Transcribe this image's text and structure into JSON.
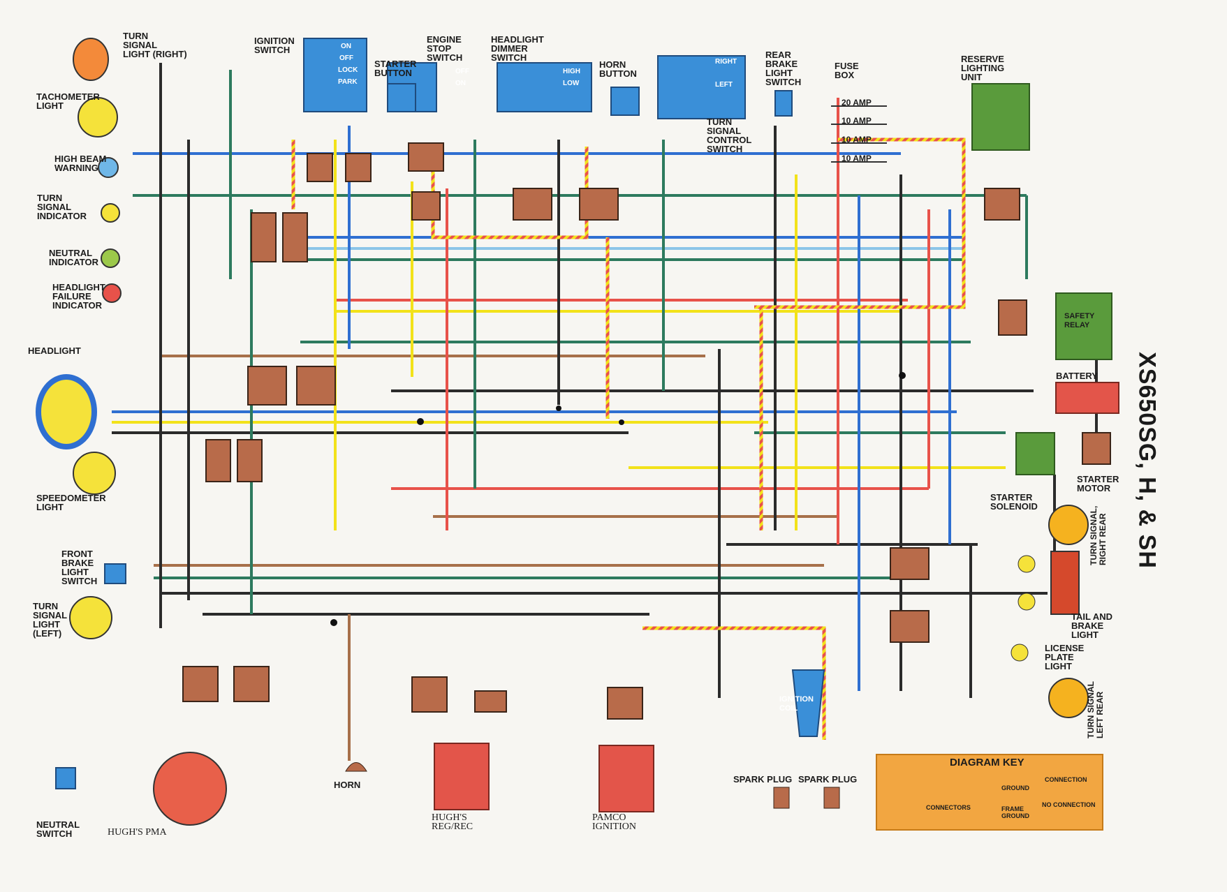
{
  "title": "XS650SG, H, & SH",
  "labels": {
    "turn_signal_right": "TURN\nSIGNAL\nLIGHT (RIGHT)",
    "tachometer_light": "TACHOMETER\nLIGHT",
    "high_beam_warning": "HIGH BEAM\nWARNING",
    "turn_signal_indicator": "TURN\nSIGNAL\nINDICATOR",
    "neutral_indicator": "NEUTRAL\nINDICATOR",
    "headlight_failure": "HEADLIGHT\nFAILURE\nINDICATOR",
    "headlight": "HEADLIGHT",
    "speedometer_light": "SPEEDOMETER\nLIGHT",
    "front_brake_switch": "FRONT\nBRAKE\nLIGHT\nSWITCH",
    "turn_signal_left": "TURN\nSIGNAL\nLIGHT\n(LEFT)",
    "neutral_switch": "NEUTRAL\nSWITCH",
    "hughs_pma": "HUGH'S PMA",
    "horn": "HORN",
    "hughs_regrec": "HUGH'S\nREG/REC",
    "pamco_ignition": "PAMCO\nIGNITION",
    "spark_plug_1": "SPARK PLUG",
    "spark_plug_2": "SPARK PLUG",
    "ignition_coil": "IGNITION\nCOIL",
    "ignition_switch": "IGNITION\nSWITCH",
    "starter_button": "STARTER\nBUTTON",
    "engine_stop_switch": "ENGINE\nSTOP\nSWITCH",
    "headlight_dimmer_switch": "HEADLIGHT\nDIMMER\nSWITCH",
    "horn_button": "HORN\nBUTTON",
    "turn_signal_control_switch": "TURN\nSIGNAL\nCONTROL\nSWITCH",
    "rear_brake_switch": "REAR\nBRAKE\nLIGHT\nSWITCH",
    "fuse_box": "FUSE\nBOX",
    "reserve_lighting": "RESERVE\nLIGHTING\nUNIT",
    "safety_relay": "SAFETY\nRELAY",
    "battery": "BATTERY",
    "starter_motor": "STARTER\nMOTOR",
    "starter_solenoid": "STARTER\nSOLENOID",
    "turn_signal_right_rear": "TURN SIGNAL,\nRIGHT REAR",
    "tail_brake_light": "TAIL AND\nBRAKE\nLIGHT",
    "license_plate_light": "LICENSE\nPLATE\nLIGHT",
    "turn_signal_left_rear": "TURN SIGNAL\nLEFT REAR"
  },
  "switch_positions": {
    "ignition": [
      "ON",
      "OFF",
      "LOCK",
      "PARK"
    ],
    "engine_stop": [
      "OFF",
      "ON"
    ],
    "dimmer": [
      "HIGH",
      "LOW"
    ],
    "turn_control": [
      "RIGHT",
      "LEFT"
    ]
  },
  "fuses": [
    "20 AMP",
    "10 AMP",
    "10 AMP",
    "10 AMP"
  ],
  "diagram_key": {
    "title": "DIAGRAM KEY",
    "ground": "GROUND",
    "connection": "CONNECTION",
    "connectors": "CONNECTORS",
    "frame_ground": "FRAME\nGROUND",
    "no_connection": "NO CONNECTION"
  },
  "colors": {
    "wire_red": "#e8524a",
    "wire_blue": "#2f6fd1",
    "wire_green": "#2d7a5e",
    "wire_yellow": "#f2e21a",
    "wire_brown": "#a7704a",
    "wire_black": "#2b2b2b",
    "wire_lightblue": "#8cc5e8",
    "wire_pink": "#f0a9c9",
    "connector": "#b86b4a",
    "switch_blue": "#3a8fd8",
    "lamp_yellow": "#f5e23a",
    "relay_green": "#5a9b3c",
    "unit_red": "#e3554a",
    "key_orange": "#f2a641"
  }
}
